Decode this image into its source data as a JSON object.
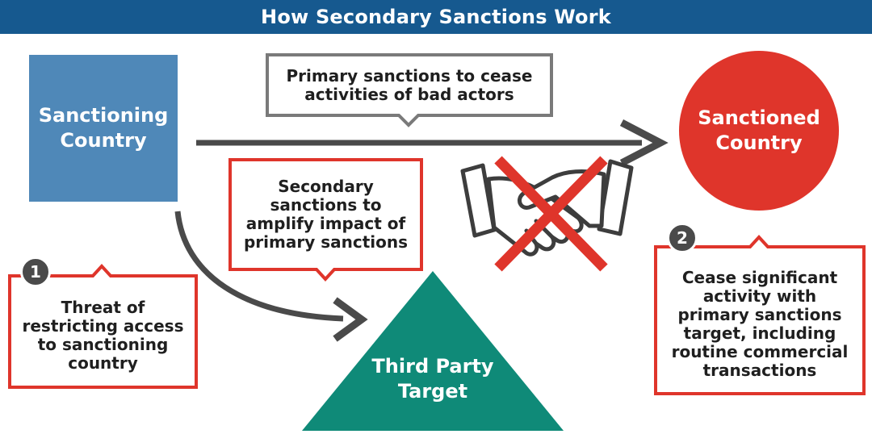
{
  "title": "How Secondary Sanctions Work",
  "nodes": {
    "sanctioning_country": "Sanctioning\nCountry",
    "sanctioned_country": "Sanctioned\nCountry",
    "third_party_target": "Third Party\nTarget"
  },
  "callouts": {
    "primary": "Primary sanctions to cease\nactivities of bad actors",
    "secondary": "Secondary\nsanctions to\namplify impact of\nprimary sanctions",
    "threat": "Threat of\nrestricting access\nto sanctioning\ncountry",
    "cease": "Cease significant\nactivity with\nprimary sanctions\ntarget, including\nroutine commercial\ntransactions"
  },
  "badges": {
    "one": "1",
    "two": "2"
  },
  "icons": {
    "deal": "handshake-icon",
    "blocked": "red-x-icon"
  },
  "colors": {
    "title_bar": "#16598f",
    "sanctioning_country": "#4f88b8",
    "sanctioned_country": "#df352b",
    "third_party": "#0f8a78",
    "arrow": "#4a4a4a",
    "callout_gray": "#7a7a7a",
    "callout_red": "#df352b"
  }
}
